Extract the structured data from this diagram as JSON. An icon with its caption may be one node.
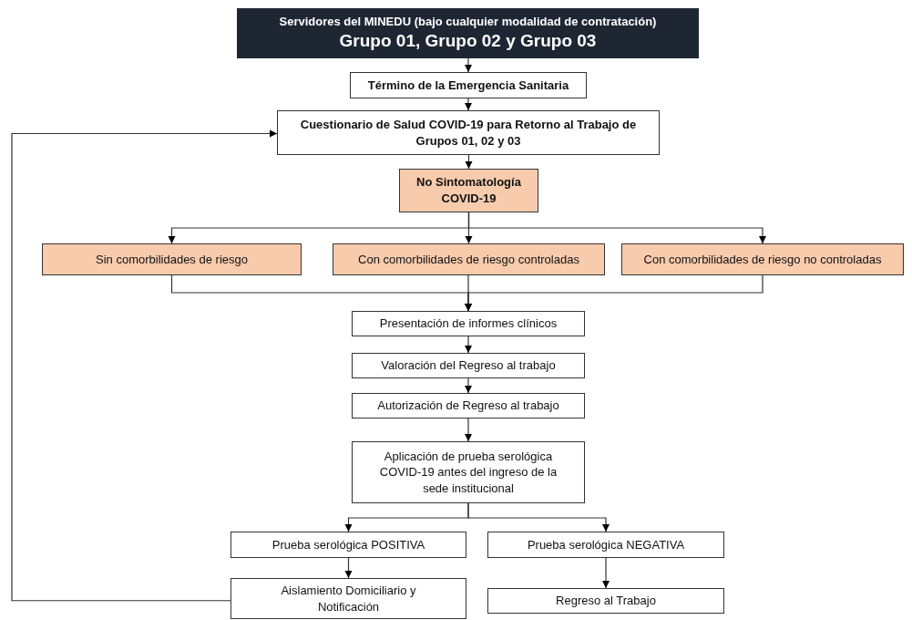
{
  "diagram": {
    "nodes": [
      {
        "text": [
          "Servidores del MINEDU (bajo cualquier modalidad de contratación)",
          "Grupo 01, Grupo 02 y Grupo 03"
        ]
      },
      {
        "text": [
          "Término de la Emergencia Sanitaria"
        ]
      },
      {
        "text": [
          "Cuestionario de Salud COVID-19 para Retorno al Trabajo de Grupos 01, 02 y 03"
        ]
      },
      {
        "text": [
          "No Sintomatología COVID-19"
        ]
      },
      {
        "text": [
          "Sin comorbilidades de riesgo"
        ]
      },
      {
        "text": [
          "Con comorbilidades de riesgo controladas"
        ]
      },
      {
        "text": [
          "Con comorbilidades de riesgo no controladas"
        ]
      },
      {
        "text": [
          "Presentación de informes clínicos"
        ]
      },
      {
        "text": [
          "Valoración del Regreso al trabajo"
        ]
      },
      {
        "text": [
          "Autorización de Regreso al trabajo"
        ]
      },
      {
        "text": [
          "Aplicación de prueba serológica COVID-19 antes del ingreso de la sede institucional"
        ]
      },
      {
        "text": [
          "Prueba serológica POSITIVA"
        ]
      },
      {
        "text": [
          "Prueba serológica NEGATIVA"
        ]
      },
      {
        "text": [
          "Aislamiento Domiciliario y Notificación"
        ]
      },
      {
        "text": [
          "Regreso al Trabajo"
        ]
      }
    ],
    "edges": [
      {
        "from": 0,
        "to": 1,
        "arrow": "to"
      },
      {
        "from": 1,
        "to": 2,
        "arrow": "to"
      },
      {
        "from": 2,
        "to": 3,
        "arrow": "to"
      },
      {
        "from": 3,
        "to": 4,
        "arrow": "to"
      },
      {
        "from": 3,
        "to": 5,
        "arrow": "to"
      },
      {
        "from": 3,
        "to": 6,
        "arrow": "to"
      },
      {
        "from": 4,
        "to": 7,
        "arrow": "to"
      },
      {
        "from": 5,
        "to": 7,
        "arrow": "to"
      },
      {
        "from": 6,
        "to": 7,
        "arrow": "to"
      },
      {
        "from": 7,
        "to": 8,
        "arrow": "to"
      },
      {
        "from": 8,
        "to": 9,
        "arrow": "to"
      },
      {
        "from": 9,
        "to": 10,
        "arrow": "to"
      },
      {
        "from": 10,
        "to": 11,
        "arrow": "to"
      },
      {
        "from": 10,
        "to": 12,
        "arrow": "to"
      },
      {
        "from": 11,
        "to": 13,
        "arrow": "to"
      },
      {
        "from": 12,
        "to": 14,
        "arrow": "to"
      },
      {
        "from": 13,
        "to": 2,
        "arrow": "to"
      }
    ]
  }
}
